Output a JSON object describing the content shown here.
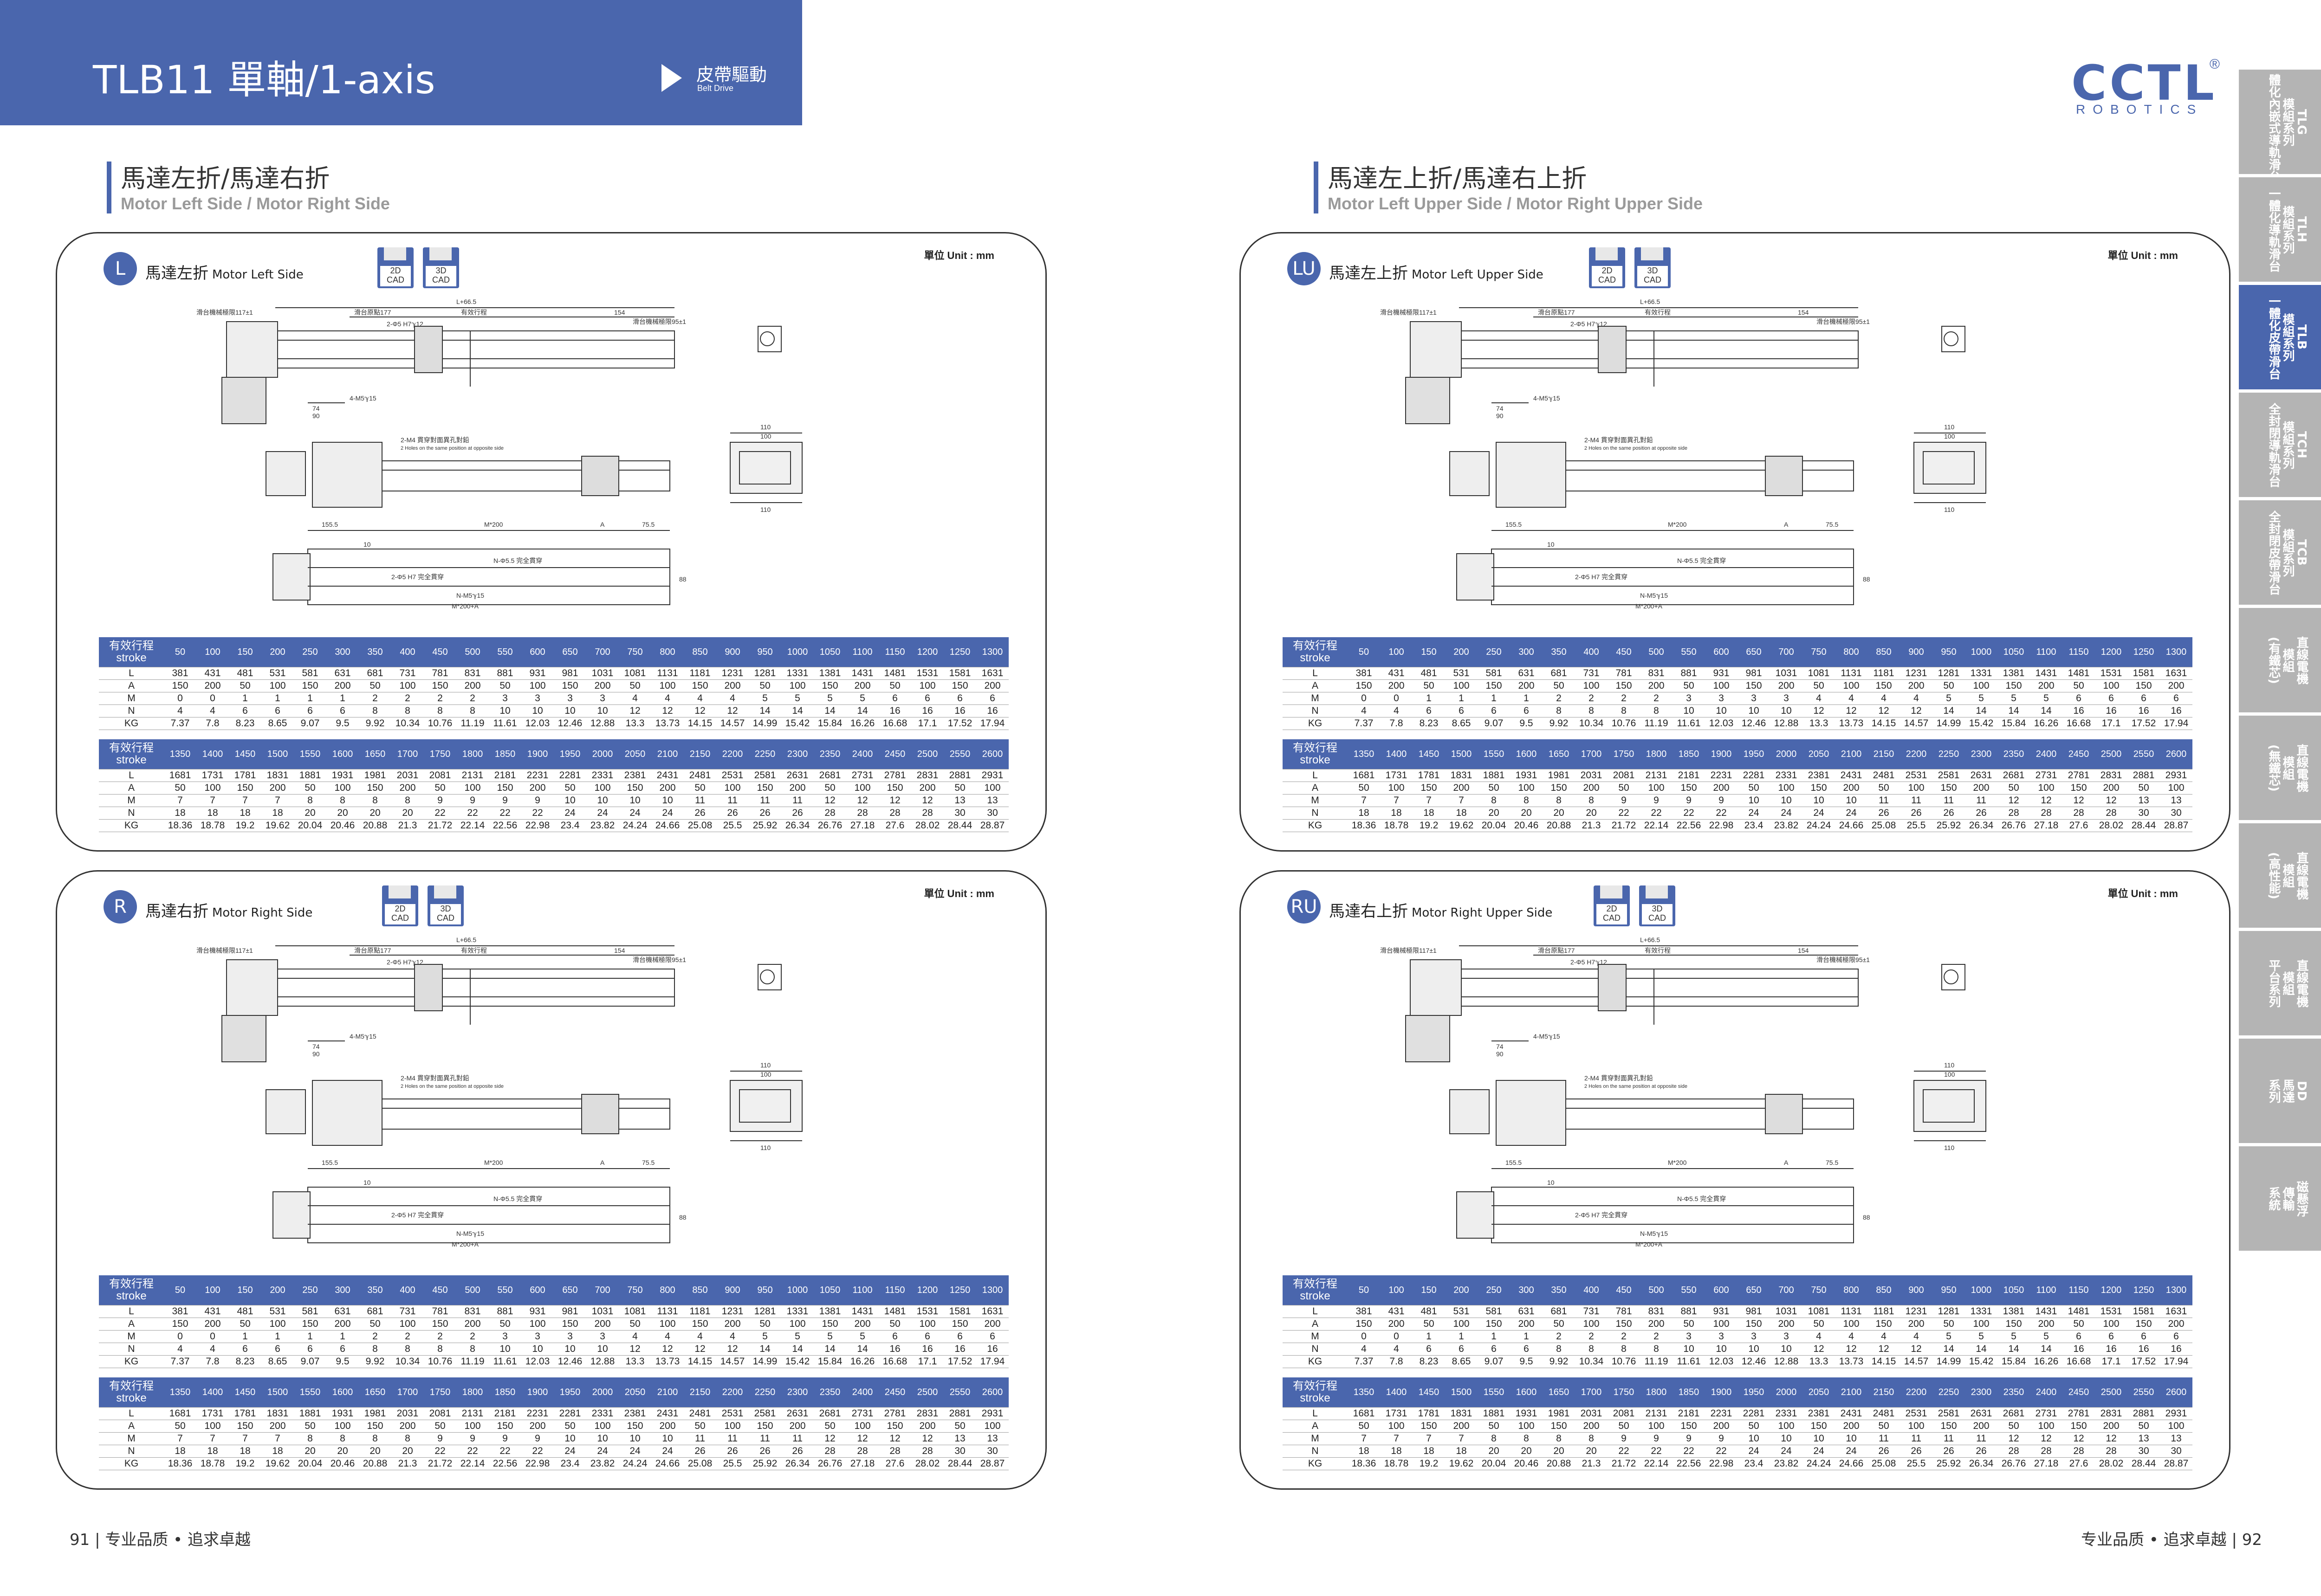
{
  "header": {
    "title": "TLB11 單軸/1-axis",
    "belt_cn": "皮帶驅動",
    "belt_en": "Belt Drive"
  },
  "logo": {
    "text": "CCTL",
    "reg": "®",
    "sub": "ROBOTICS",
    "color": "#4a66ad"
  },
  "sidenav": [
    {
      "label": "TLG\n模組系列\n一體化內嵌式導軌滑台",
      "active": false
    },
    {
      "label": "TLH\n模組系列\n一體化導軌滑台",
      "active": false
    },
    {
      "label": "TLB\n模組系列\n一體化皮帶滑台",
      "active": true
    },
    {
      "label": "TCH\n模組系列\n全封閉導軌滑台",
      "active": false
    },
    {
      "label": "TCB\n模組系列\n全封閉皮帶滑台",
      "active": false
    },
    {
      "label": "直線電機\n模組\n(有鐵芯)",
      "active": false
    },
    {
      "label": "直線電機\n模組\n(無鐵芯)",
      "active": false
    },
    {
      "label": "直線電機\n模組\n(高性能)",
      "active": false
    },
    {
      "label": "直線電機\n模組\n平台系列",
      "active": false
    },
    {
      "label": "DD\n馬達\n系列",
      "active": false
    },
    {
      "label": "磁懸浮\n傳輸\n系統",
      "active": false
    }
  ],
  "sections": {
    "left": {
      "cn": "馬達左折/馬達右折",
      "en": "Motor Left Side / Motor Right Side"
    },
    "right": {
      "cn": "馬達左上折/馬達右上折",
      "en": "Motor Left Upper Side / Motor Right Upper Side"
    }
  },
  "panels": [
    {
      "badge": "L",
      "cn": "馬達左折",
      "en": "Motor Left Side"
    },
    {
      "badge": "R",
      "cn": "馬達右折",
      "en": "Motor Right Side"
    },
    {
      "badge": "LU",
      "cn": "馬達左上折",
      "en": "Motor Left Upper Side"
    },
    {
      "badge": "RU",
      "cn": "馬達右上折",
      "en": "Motor Right Upper Side"
    }
  ],
  "cad": {
    "d2": "2D\nCAD",
    "d3": "3D\nCAD"
  },
  "unit": "單位 Unit : mm",
  "drawing_labels": {
    "l_total": "L+66.5",
    "stroke": "有效行程",
    "n154": "154",
    "slide": "滑台原點177",
    "limit": "滑台機械極限117±1",
    "limit2": "滑台機械極限95±1",
    "hole1": "2-Φ5 H7ℽ12",
    "hole2": "4-M5ℽ15",
    "hole3": "2-M4 貫穿對面異孔對鉛",
    "hole3_en": "2 Holes on the same position at opposite side",
    "hole4": "N-Φ5.5 完全貫穿",
    "hole5": "2-Φ5 H7 完全貫穿",
    "hole6": "N-M5ℽ15",
    "m200": "M*200",
    "a": "A",
    "m200a": "M*200+A",
    "d1555": "155.5",
    "d755": "75.5",
    "d10": "10",
    "d74": "74",
    "d90": "90",
    "d110": "110",
    "d100": "100",
    "d88": "88"
  },
  "spec": {
    "hdr_cn": "有效行程",
    "hdr_en": "stroke",
    "row_labels": [
      "L",
      "A",
      "M",
      "N",
      "KG"
    ],
    "block1": {
      "strokes": [
        "50",
        "100",
        "150",
        "200",
        "250",
        "300",
        "350",
        "400",
        "450",
        "500",
        "550",
        "600",
        "650",
        "700",
        "750",
        "800",
        "850",
        "900",
        "950",
        "1000",
        "1050",
        "1100",
        "1150",
        "1200",
        "1250",
        "1300"
      ],
      "L": [
        "381",
        "431",
        "481",
        "531",
        "581",
        "631",
        "681",
        "731",
        "781",
        "831",
        "881",
        "931",
        "981",
        "1031",
        "1081",
        "1131",
        "1181",
        "1231",
        "1281",
        "1331",
        "1381",
        "1431",
        "1481",
        "1531",
        "1581",
        "1631"
      ],
      "A": [
        "150",
        "200",
        "50",
        "100",
        "150",
        "200",
        "50",
        "100",
        "150",
        "200",
        "50",
        "100",
        "150",
        "200",
        "50",
        "100",
        "150",
        "200",
        "50",
        "100",
        "150",
        "200",
        "50",
        "100",
        "150",
        "200"
      ],
      "M": [
        "0",
        "0",
        "1",
        "1",
        "1",
        "1",
        "2",
        "2",
        "2",
        "2",
        "3",
        "3",
        "3",
        "3",
        "4",
        "4",
        "4",
        "4",
        "5",
        "5",
        "5",
        "5",
        "6",
        "6",
        "6",
        "6"
      ],
      "N": [
        "4",
        "4",
        "6",
        "6",
        "6",
        "6",
        "8",
        "8",
        "8",
        "8",
        "10",
        "10",
        "10",
        "10",
        "12",
        "12",
        "12",
        "12",
        "14",
        "14",
        "14",
        "14",
        "16",
        "16",
        "16",
        "16"
      ],
      "KG": [
        "7.37",
        "7.8",
        "8.23",
        "8.65",
        "9.07",
        "9.5",
        "9.92",
        "10.34",
        "10.76",
        "11.19",
        "11.61",
        "12.03",
        "12.46",
        "12.88",
        "13.3",
        "13.73",
        "14.15",
        "14.57",
        "14.99",
        "15.42",
        "15.84",
        "16.26",
        "16.68",
        "17.1",
        "17.52",
        "17.94"
      ]
    },
    "block2": {
      "strokes": [
        "1350",
        "1400",
        "1450",
        "1500",
        "1550",
        "1600",
        "1650",
        "1700",
        "1750",
        "1800",
        "1850",
        "1900",
        "1950",
        "2000",
        "2050",
        "2100",
        "2150",
        "2200",
        "2250",
        "2300",
        "2350",
        "2400",
        "2450",
        "2500",
        "2550",
        "2600"
      ],
      "L": [
        "1681",
        "1731",
        "1781",
        "1831",
        "1881",
        "1931",
        "1981",
        "2031",
        "2081",
        "2131",
        "2181",
        "2231",
        "2281",
        "2331",
        "2381",
        "2431",
        "2481",
        "2531",
        "2581",
        "2631",
        "2681",
        "2731",
        "2781",
        "2831",
        "2881",
        "2931"
      ],
      "A": [
        "50",
        "100",
        "150",
        "200",
        "50",
        "100",
        "150",
        "200",
        "50",
        "100",
        "150",
        "200",
        "50",
        "100",
        "150",
        "200",
        "50",
        "100",
        "150",
        "200",
        "50",
        "100",
        "150",
        "200",
        "50",
        "100"
      ],
      "M": [
        "7",
        "7",
        "7",
        "7",
        "8",
        "8",
        "8",
        "8",
        "9",
        "9",
        "9",
        "9",
        "10",
        "10",
        "10",
        "10",
        "11",
        "11",
        "11",
        "11",
        "12",
        "12",
        "12",
        "12",
        "13",
        "13"
      ],
      "N": [
        "18",
        "18",
        "18",
        "18",
        "20",
        "20",
        "20",
        "20",
        "22",
        "22",
        "22",
        "22",
        "24",
        "24",
        "24",
        "24",
        "26",
        "26",
        "26",
        "26",
        "28",
        "28",
        "28",
        "28",
        "30",
        "30"
      ],
      "KG": [
        "18.36",
        "18.78",
        "19.2",
        "19.62",
        "20.04",
        "20.46",
        "20.88",
        "21.3",
        "21.72",
        "22.14",
        "22.56",
        "22.98",
        "23.4",
        "23.82",
        "24.24",
        "24.66",
        "25.08",
        "25.5",
        "25.92",
        "26.34",
        "26.76",
        "27.18",
        "27.6",
        "28.02",
        "28.44",
        "28.87"
      ]
    }
  },
  "footer": {
    "left_num": "91",
    "right_num": "92",
    "slogan": "专业品质 • 追求卓越"
  },
  "colors": {
    "accent": "#4a66ad",
    "nav_inactive": "#b4b4b4"
  }
}
